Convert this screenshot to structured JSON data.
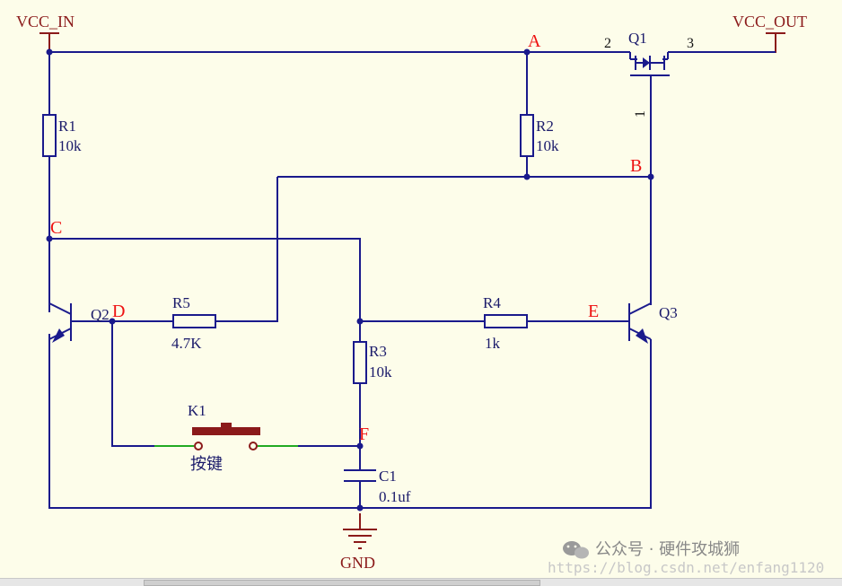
{
  "power": {
    "vcc_in": "VCC_IN",
    "vcc_out": "VCC_OUT",
    "gnd": "GND"
  },
  "nodes": {
    "a": "A",
    "b": "B",
    "c": "C",
    "d": "D",
    "e": "E",
    "f": "F"
  },
  "components": {
    "r1": {
      "ref": "R1",
      "value": "10k"
    },
    "r2": {
      "ref": "R2",
      "value": "10k"
    },
    "r3": {
      "ref": "R3",
      "value": "10k"
    },
    "r4": {
      "ref": "R4",
      "value": "1k"
    },
    "r5": {
      "ref": "R5",
      "value": "4.7K"
    },
    "c1": {
      "ref": "C1",
      "value": "0.1uf"
    },
    "k1": {
      "ref": "K1",
      "value": "按键"
    },
    "q1": {
      "ref": "Q1",
      "pin1": "1",
      "pin2": "2",
      "pin3": "3"
    },
    "q2": {
      "ref": "Q2"
    },
    "q3": {
      "ref": "Q3"
    }
  },
  "watermark": {
    "brand": "公众号 · 硬件攻城狮",
    "url": "https://blog.csdn.net/enfang1120"
  },
  "colors": {
    "wire": "#1a1a8c",
    "power": "#8b1a1a",
    "node_label": "#ee1111",
    "switch_lead": "#22aa22",
    "background": "#fdfdea"
  }
}
